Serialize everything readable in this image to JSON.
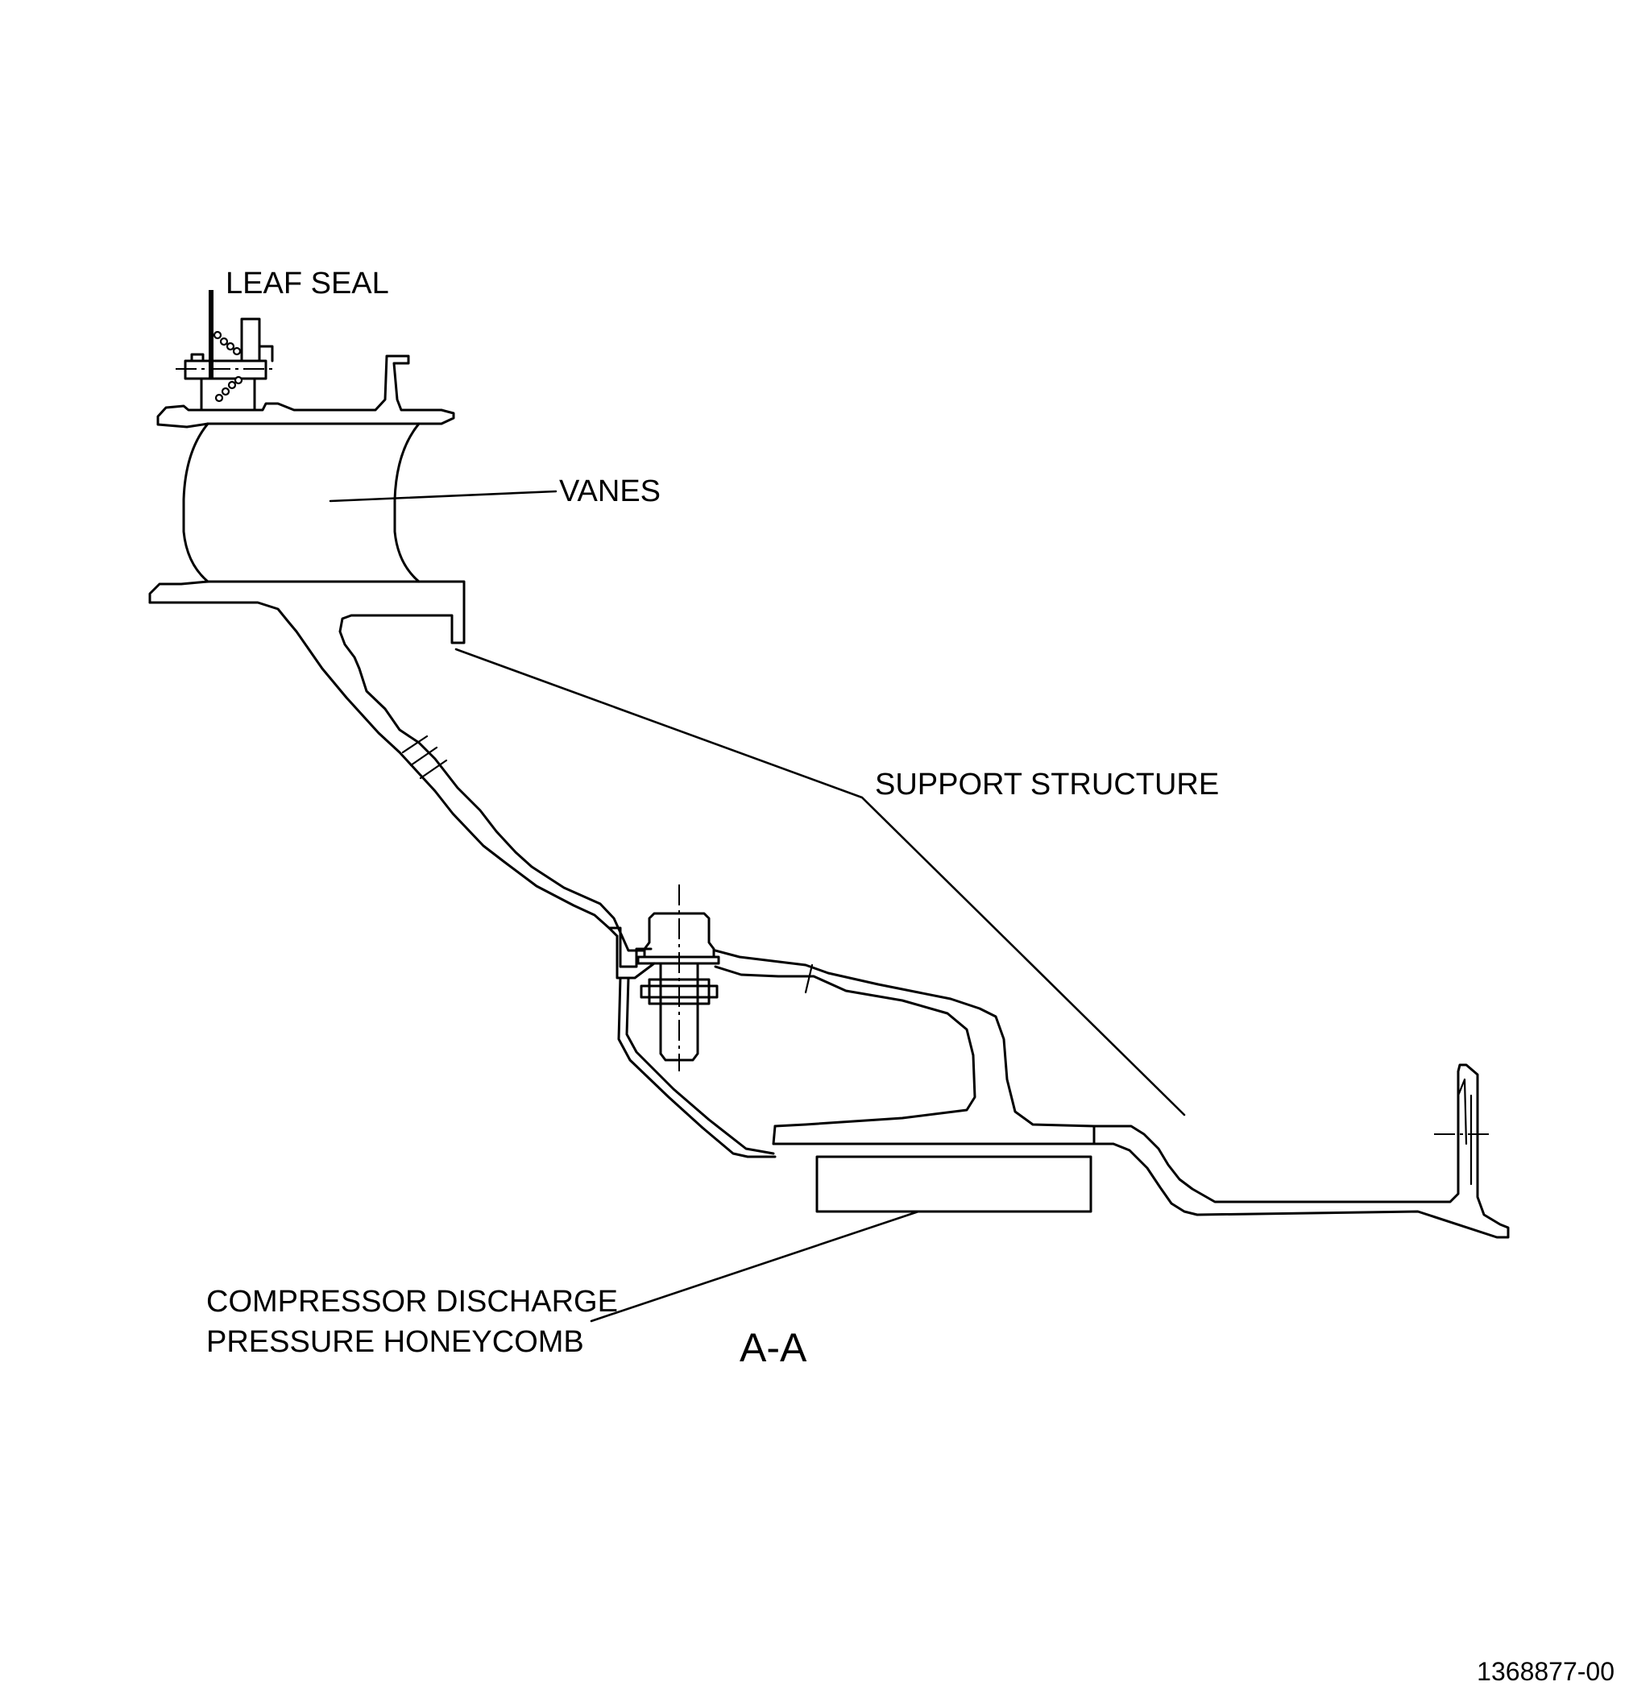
{
  "drawing": {
    "labels": {
      "leaf_seal": "LEAF SEAL",
      "vanes": "VANES",
      "support_structure": "SUPPORT STRUCTURE",
      "honeycomb_line1": "COMPRESSOR DISCHARGE",
      "honeycomb_line2": "PRESSURE HONEYCOMB"
    },
    "section_view": "A-A",
    "figure_number": "1368877-00"
  }
}
